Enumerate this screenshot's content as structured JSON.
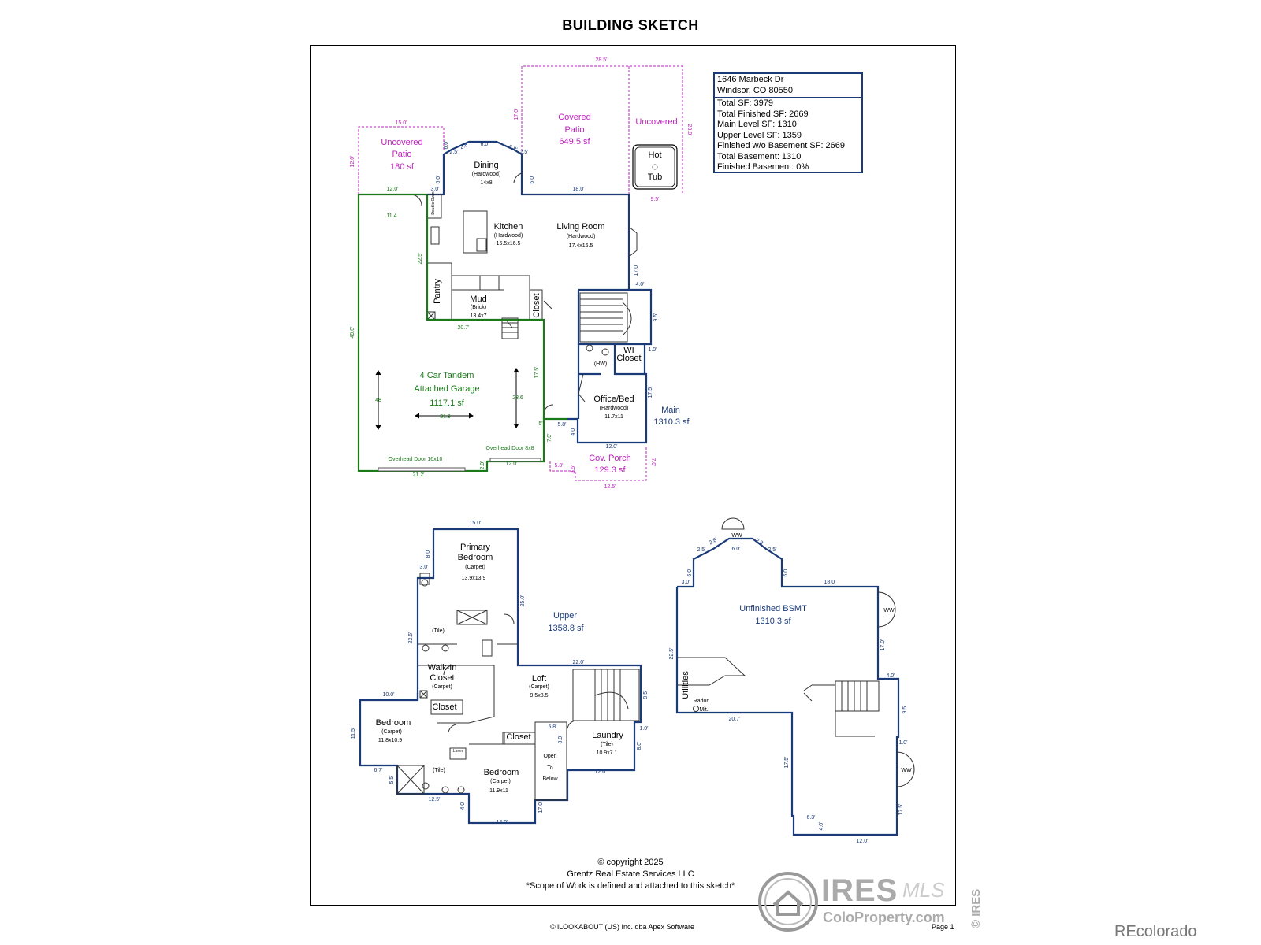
{
  "title": "BUILDING SKETCH",
  "info": {
    "address_line1": "1646 Marbeck Dr",
    "address_line2": "Windsor, CO 80550",
    "total_sf": "Total SF: 3979",
    "total_finished_sf": "Total Finished SF: 2669",
    "main_level_sf": "Main Level SF: 1310",
    "upper_level_sf": "Upper Level SF: 1359",
    "finished_wo_basement": "Finished w/o Basement SF: 2669",
    "total_basement": "Total Basement: 1310",
    "finished_basement": "Finished Basement: 0%"
  },
  "main": {
    "uncovered_patio": {
      "l1": "Uncovered",
      "l2": "Patio",
      "area": "180 sf"
    },
    "covered_patio": {
      "l1": "Covered",
      "l2": "Patio",
      "area": "649.5 sf"
    },
    "uncovered": "Uncovered",
    "hot_tub": {
      "l1": "Hot",
      "l2": "Tub"
    },
    "dining": {
      "name": "Dining",
      "floor": "(Hardwood)",
      "size": "14x8"
    },
    "kitchen": {
      "name": "Kitchen",
      "floor": "(Hardwood)",
      "size": "16.5x16.5"
    },
    "living": {
      "name": "Living Room",
      "floor": "(Hardwood)",
      "size": "17.4x16.5"
    },
    "pantry": "Pantry",
    "mud": {
      "name": "Mud",
      "floor": "(Brick)",
      "size": "13.4x7"
    },
    "closet": "Closet",
    "hw": "(HW)",
    "wi_closet": {
      "l1": "WI",
      "l2": "Closet"
    },
    "office": {
      "name": "Office/Bed",
      "floor": "(Hardwood)",
      "size": "11.7x11"
    },
    "level_label": {
      "name": "Main",
      "area": "1310.3 sf"
    },
    "garage": {
      "l1": "4 Car Tandem",
      "l2": "Attached Garage",
      "area": "1117.1 sf",
      "dim_w": "31.9",
      "dim_l": "48",
      "dim_r": "23.6"
    },
    "overhead_door_1": "Overhead Door 16x10",
    "overhead_door_2": "Overhead Door 8x8",
    "cov_porch": {
      "name": "Cov. Porch",
      "area": "129.3 sf"
    },
    "double_oven": "Double Oven",
    "dims": {
      "d28_5": "28.5'",
      "d15_0": "15.0'",
      "d12_0v": "12.0'",
      "d17_0a": "17.0'",
      "d23_0": "23.0'",
      "d9_5": "9.5'",
      "d6_0top": "6.0'",
      "d2_5a": "2.5'",
      "d2_8a": "2.8'",
      "d2_8b": "2.8'",
      "d2_5b": "2.5'",
      "d6_0a": "6.0'",
      "d6_0b": "6.0'",
      "d6_0c": "6.0'",
      "d12_0a": "12.0'",
      "d3_0": "3.0'",
      "d18_0": "18.0'",
      "d11_4": "11.4",
      "d22_5": "22.5'",
      "d17_0b": "17.0'",
      "d4_0": "4.0'",
      "d9_5b": "9.5'",
      "d20_7": "20.7'",
      "d49_0": "49.0'",
      "d17_5a": "17.5'",
      "d1_0": "1.0'",
      "d17_5b": "17.5'",
      "d5_8": "5.8'",
      "d4_0b": "4.0'",
      "d_5": ".5'",
      "d7_0a": "7.0'",
      "d12_0b": "12.0'",
      "d2_0": "2.0'",
      "d12_0c": "12.0'",
      "d21_2": "21.2'",
      "d5_3": "5.3'",
      "d3_5": "3.5'",
      "d12_5": "12.5'",
      "d7_0b": "7.0'"
    }
  },
  "upper": {
    "primary": {
      "l1": "Primary",
      "l2": "Bedroom",
      "floor": "(Carpet)",
      "size": "13.9x13.9"
    },
    "tile1": "(Tile)",
    "walkin": {
      "l1": "Walk-In",
      "l2": "Closet",
      "floor": "(Carpet)"
    },
    "level_label": {
      "name": "Upper",
      "area": "1358.8 sf"
    },
    "loft": {
      "name": "Loft",
      "floor": "(Carpet)",
      "size": "9.5x8.5"
    },
    "closet1": "Closet",
    "closet2": "Closet",
    "bedroom1": {
      "name": "Bedroom",
      "floor": "(Carpet)",
      "size": "11.8x10.9"
    },
    "bedroom2": {
      "name": "Bedroom",
      "floor": "(Carpet)",
      "size": "11.9x11"
    },
    "linen": "Linen",
    "tile2": "(Tile)",
    "open": {
      "l1": "Open",
      "l2": "To",
      "l3": "Below"
    },
    "laundry": {
      "name": "Laundry",
      "floor": "(Tile)",
      "size": "10.9x7.1"
    },
    "dims": {
      "d15_0": "15.0'",
      "d8_0": "8.0'",
      "d3_0": "3.0'",
      "d25_0": "25.0'",
      "d22_5": "22.5'",
      "d22_0": "22.0'",
      "d9_5": "9.5'",
      "d10_0": "10.0'",
      "d11_5": "11.5'",
      "d6_7": "6.7'",
      "d5_5": "5.5'",
      "d12_5": "12.5'",
      "d4_0": "4.0'",
      "d12_0a": "12.0'",
      "d17_0": "17.0'",
      "d5_8": "5.8'",
      "d8_0b": "8.0'",
      "d1_0": "1.0'",
      "d8_0c": "8.0'",
      "d12_0b": "12.0'"
    }
  },
  "basement": {
    "name": "Unfinished BSMT",
    "area": "1310.3 sf",
    "utilities": "Utilities",
    "radon_l1": "Radon",
    "radon_l2": "Mit.",
    "ww": "WW",
    "dims": {
      "d2_8": "2.8'",
      "d2_5a": "2.5'",
      "d6_0a": "6.0'",
      "d2_8b": "2.8'",
      "d2_5b": "2.5'",
      "d6_0b": "6.0'",
      "d3_0": "3.0'",
      "d6_0c": "6.0'",
      "d18_0": "18.0'",
      "d22_5": "22.5'",
      "d17_0": "17.0'",
      "d4_0": "4.0'",
      "d9_5": "9.5'",
      "d20_7": "20.7'",
      "d1_0": "1.0'",
      "d17_5a": "17.5'",
      "d17_5b": "17.5'",
      "d6_3": "6.3'",
      "d4_0b": "4.0'",
      "d12_0": "12.0'"
    }
  },
  "footer": {
    "copyright": "© copyright 2025",
    "company": "Grentz Real Estate Services LLC",
    "scope": "*Scope of Work is defined and attached to this sketch*",
    "software": "© iLOOKABOUT (US) Inc. dba Apex Software",
    "page": "Page 1",
    "ires_logo": "IRES",
    "mls": "MLS",
    "coloproperty": "ColoProperty.com",
    "ires_vertical": "© IRES",
    "recolorado": "REcolorado"
  },
  "colors": {
    "green": "#1a7a1a",
    "navy": "#1a3a78",
    "magenta": "#c020c0"
  }
}
